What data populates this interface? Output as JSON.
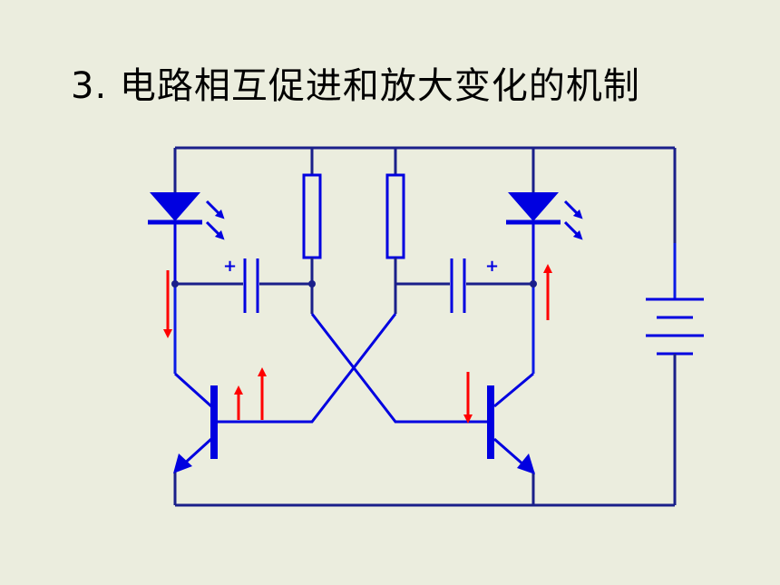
{
  "slide": {
    "title": "3. 电路相互促进和放大变化的机制"
  },
  "circuit": {
    "capacitor_left_polarity": "+",
    "capacitor_right_polarity": "+",
    "colors": {
      "wire_dark": "#1A1F8A",
      "wire_blue": "#0A1AE6",
      "component_blue": "#0000E0",
      "arrow_red": "#FF0000",
      "background": "#EBEDDE"
    },
    "arrows": [
      {
        "id": "left-collector-current-arrow",
        "direction": "down"
      },
      {
        "id": "left-base-arrow-1",
        "direction": "up"
      },
      {
        "id": "left-base-arrow-2",
        "direction": "up"
      },
      {
        "id": "right-base-arrow",
        "direction": "down"
      },
      {
        "id": "right-collector-current-arrow",
        "direction": "up"
      }
    ]
  }
}
